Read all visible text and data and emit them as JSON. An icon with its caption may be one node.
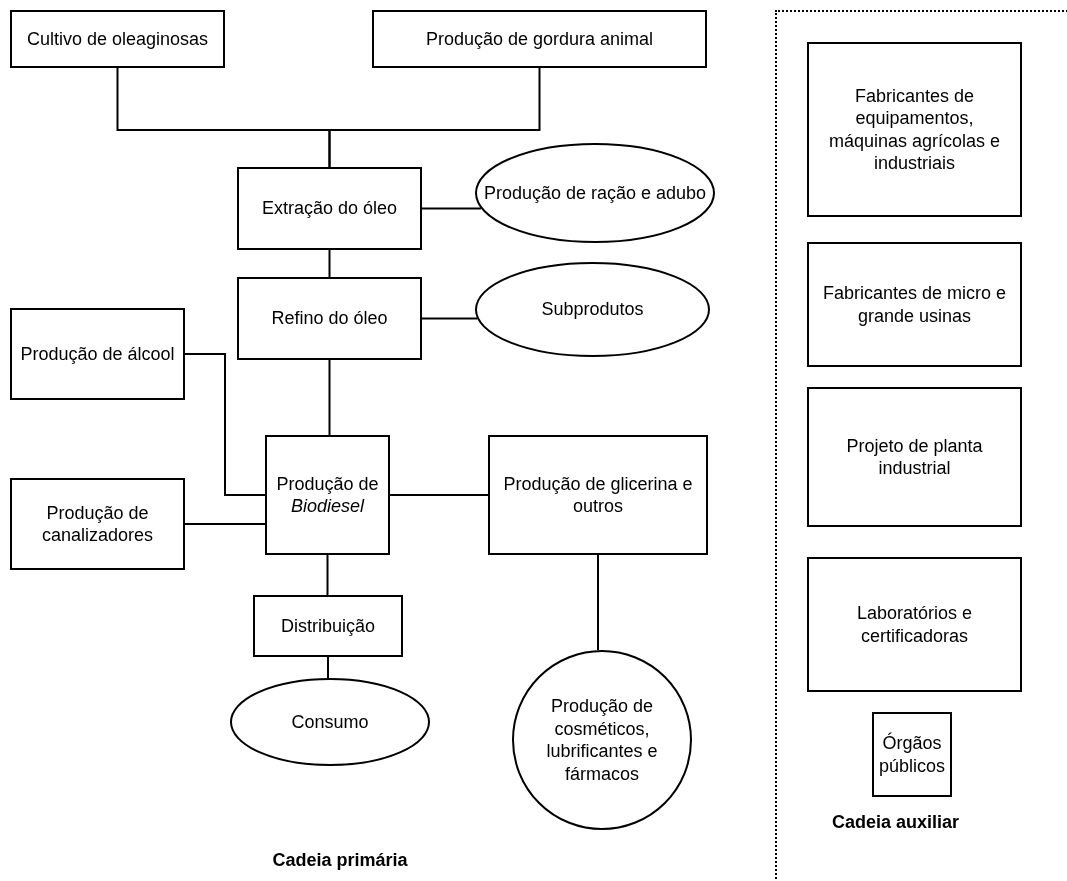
{
  "diagram": {
    "nodes": [
      {
        "text": [
          "Cultivo de oleaginosas"
        ]
      },
      {
        "text": [
          "Produção de gordura animal"
        ]
      },
      {
        "text": [
          "Extração do óleo"
        ]
      },
      {
        "text": [
          "Produção de ração e adubo"
        ]
      },
      {
        "text": [
          "Refino do óleo"
        ]
      },
      {
        "text": [
          "Subprodutos"
        ]
      },
      {
        "text": [
          "Produção de álcool"
        ]
      },
      {
        "text": [
          "Produção de *Biodiesel*"
        ]
      },
      {
        "text": [
          "Produção de glicerina e outros"
        ]
      },
      {
        "text": [
          "Produção de canalizadores"
        ]
      },
      {
        "text": [
          "Distribuição"
        ]
      },
      {
        "text": [
          "Consumo"
        ]
      },
      {
        "text": [
          "Produção de cosméticos, lubrificantes e fármacos"
        ]
      },
      {
        "text": [
          "Cadeia auxiliar"
        ]
      },
      {
        "text": [
          "Fabricantes de equipamentos, máquinas agrícolas e industriais"
        ],
        "in": 13
      },
      {
        "text": [
          "Fabricantes de micro e grande usinas"
        ],
        "in": 13
      },
      {
        "text": [
          "Projeto de planta industrial"
        ],
        "in": 13
      },
      {
        "text": [
          "Laboratórios e certificadoras"
        ],
        "in": 13
      },
      {
        "text": [
          "Órgãos públicos"
        ],
        "in": 13
      }
    ],
    "edges": [
      {
        "from": 0,
        "to": 2,
        "arrow": "none"
      },
      {
        "from": 1,
        "to": 2,
        "arrow": "none"
      },
      {
        "from": 2,
        "to": 3,
        "arrow": "none"
      },
      {
        "from": 2,
        "to": 4,
        "arrow": "none"
      },
      {
        "from": 4,
        "to": 5,
        "arrow": "none"
      },
      {
        "from": 4,
        "to": 7,
        "arrow": "none"
      },
      {
        "from": 6,
        "to": 7,
        "arrow": "none"
      },
      {
        "from": 9,
        "to": 7,
        "arrow": "none"
      },
      {
        "from": 7,
        "to": 8,
        "arrow": "none"
      },
      {
        "from": 7,
        "to": 10,
        "arrow": "none"
      },
      {
        "from": 10,
        "to": 11,
        "arrow": "none"
      },
      {
        "from": 8,
        "to": 12,
        "arrow": "none"
      }
    ],
    "labels": [
      "Cadeia primária"
    ]
  }
}
